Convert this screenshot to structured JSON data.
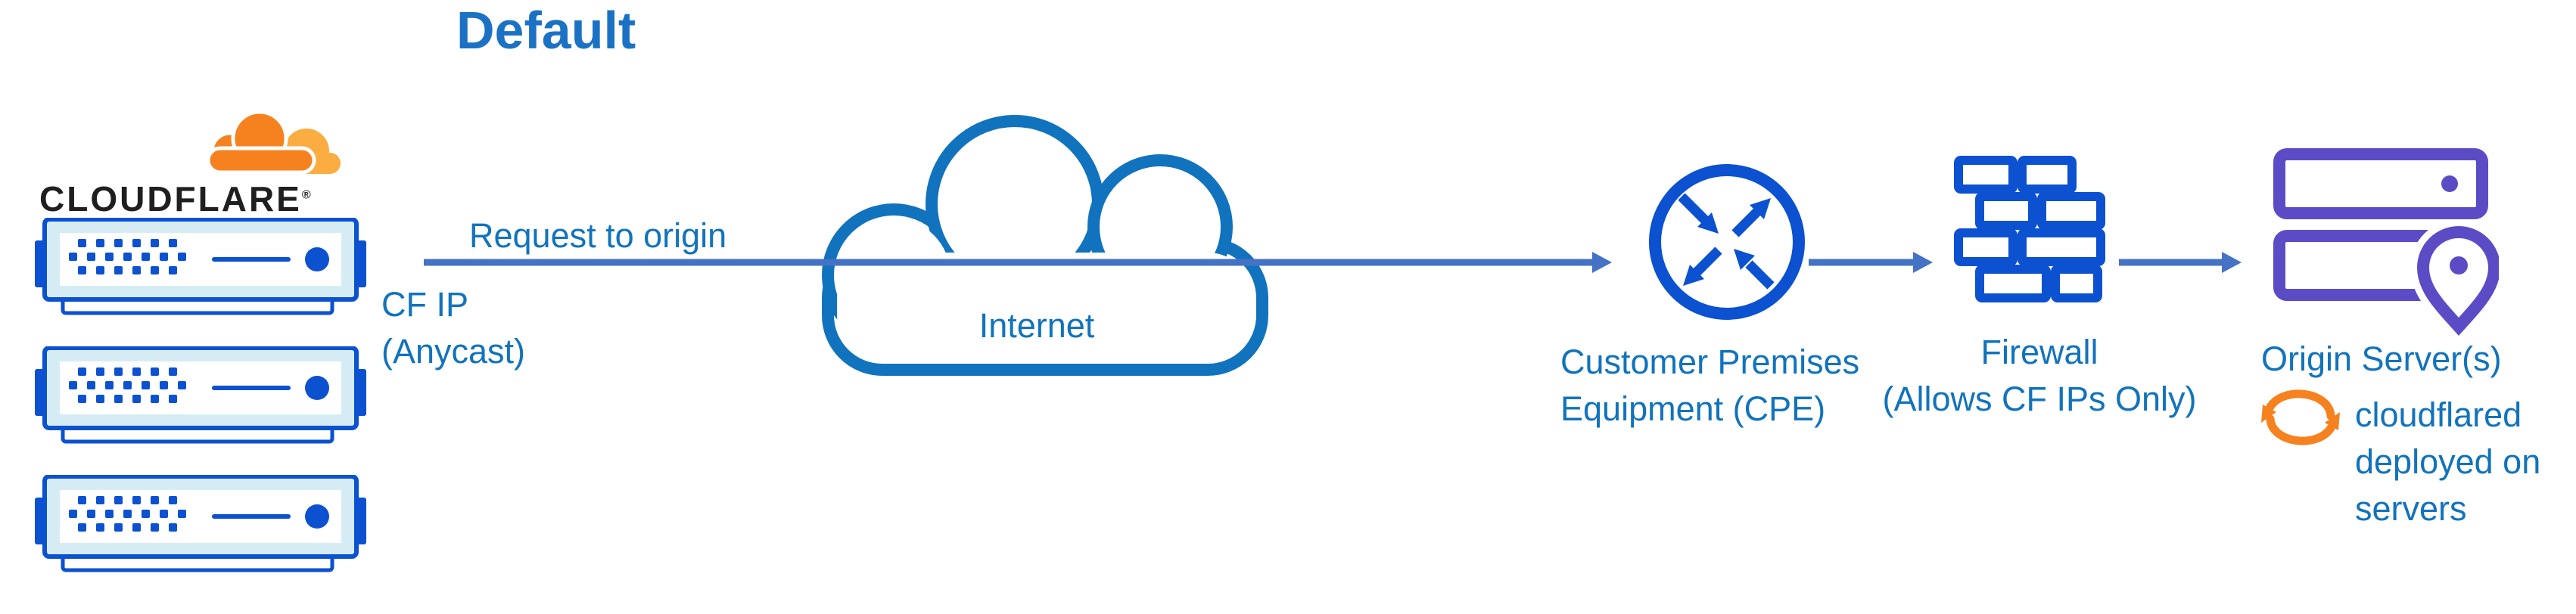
{
  "title": "Default",
  "brand": {
    "wordmark": "CLOUDFLARE",
    "registered": "®"
  },
  "labels": {
    "request_to_origin": "Request to origin",
    "cf_ip_line1": "CF IP",
    "cf_ip_line2": "(Anycast)",
    "internet": "Internet",
    "cpe_line1": "Customer Premises",
    "cpe_line2": "Equipment (CPE)",
    "firewall_line1": "Firewall",
    "firewall_line2": "(Allows CF IPs Only)",
    "origin": "Origin Server(s)",
    "cloudflared_line1": "cloudflared",
    "cloudflared_line2": "deployed on",
    "cloudflared_line3": "servers"
  },
  "icons": [
    "cloudflare-logo",
    "edge-server-icon",
    "internet-cloud-icon",
    "cpe-router-icon",
    "firewall-brick-icon",
    "origin-servers-icon",
    "sync-arrows-icon"
  ],
  "colors": {
    "title_blue": "#1b72c4",
    "accent_blue": "#1173bd",
    "connector": "#4472c4",
    "icon_blue": "#0b51d0",
    "server_pale": "#d6ecf4",
    "purple": "#5b4cc6",
    "orange": "#f6821f",
    "orange_light": "#fbad41",
    "wordmark_black": "#1f1f1f"
  }
}
